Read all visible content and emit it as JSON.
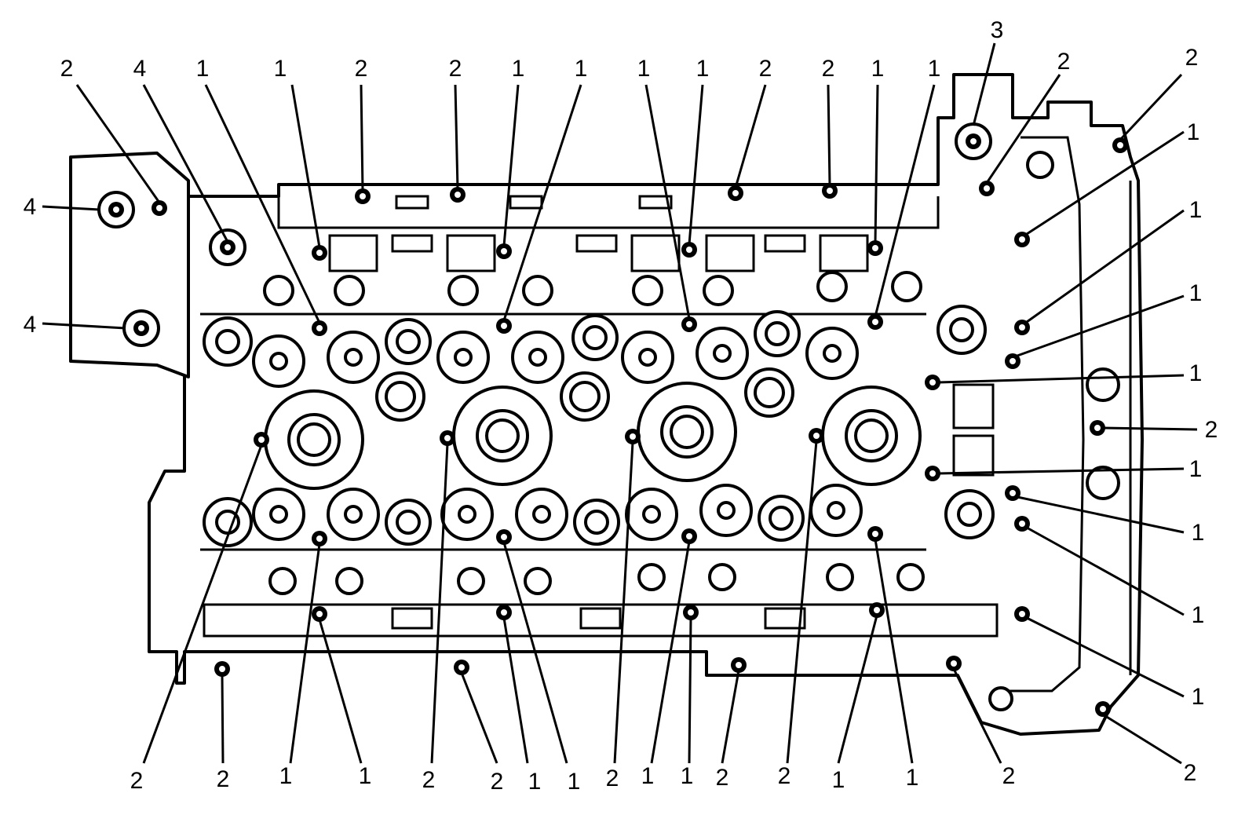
{
  "callouts": {
    "top": [
      "2",
      "4",
      "1",
      "1",
      "2",
      "2",
      "1",
      "1",
      "1",
      "1",
      "2",
      "2",
      "1",
      "1",
      "3",
      "2",
      "2"
    ],
    "left": [
      "4",
      "4"
    ],
    "right": [
      "1",
      "1",
      "1",
      "1",
      "2",
      "1",
      "1",
      "1",
      "1"
    ],
    "bottom": [
      "2",
      "2",
      "1",
      "1",
      "2",
      "2",
      "1",
      "1",
      "2",
      "1",
      "1",
      "2",
      "2",
      "1",
      "1",
      "2",
      "2"
    ]
  },
  "colors": {
    "ink": "#000000",
    "paper": "#ffffff"
  }
}
